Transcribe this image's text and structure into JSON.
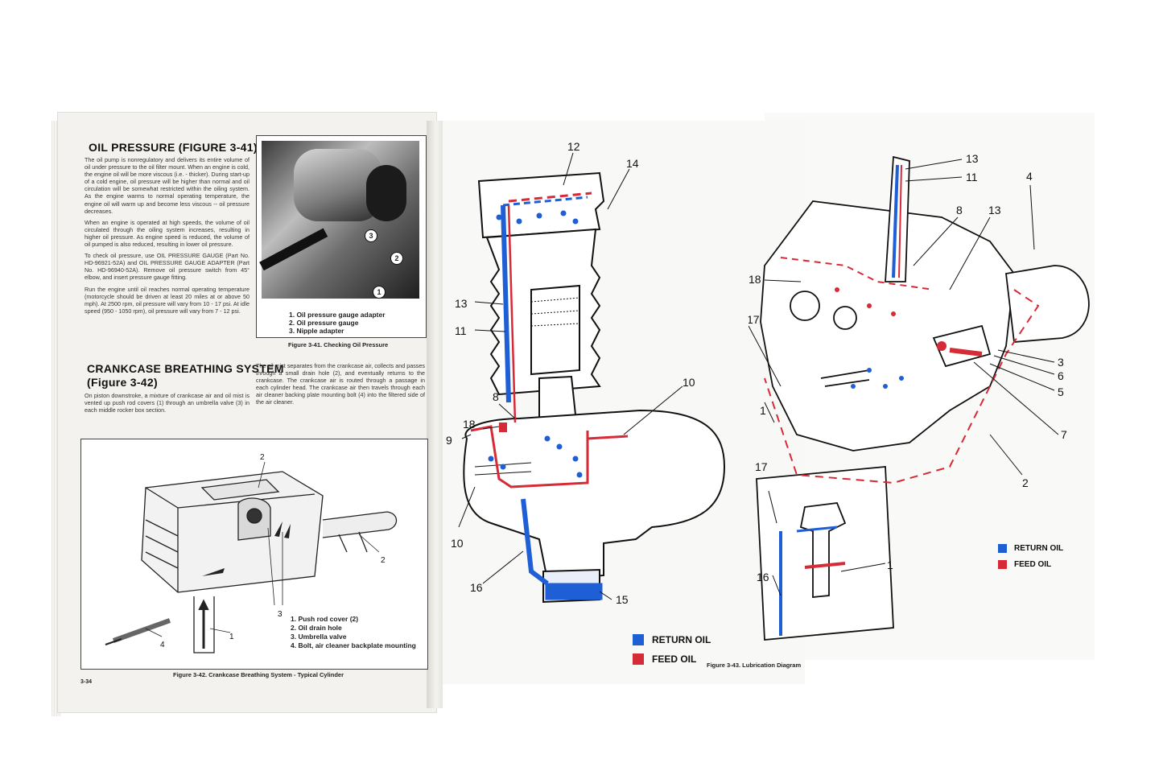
{
  "left_page": {
    "oil_pressure": {
      "title": "OIL PRESSURE (FIGURE 3-41)",
      "p1": "The oil pump is nonregulatory and delivers its entire volume of oil under pressure to the oil filter mount. When an engine is cold, the engine oil will be more viscous (i.e. - thicker). During start-up of a cold engine, oil pressure will be higher than normal and oil circulation will be somewhat restricted within the oiling system. As the engine warms to normal operating temperature, the engine oil will warm up and become less viscous -- oil pressure decreases.",
      "p2": "When an engine is operated at high speeds, the volume of oil circulated through the oiling system increases, resulting in higher oil pressure. As engine speed is reduced, the volume of oil pumped is also reduced, resulting in lower oil pressure.",
      "p3": "To check oil pressure, use OIL PRESSURE GAUGE (Part No. HD-96921-52A) and OIL PRESSURE GAUGE ADAPTER (Part No. HD-96940-52A). Remove oil pressure switch from 45° elbow, and insert pressure gauge fitting.",
      "p4": "Run the engine until oil reaches normal operating temperature (motorcycle should be driven at least 20 miles at or above 50 mph). At 2500 rpm, oil pressure will vary from 10 - 17 psi. At idle speed (950 - 1050 rpm), oil pressure will vary from 7 - 12 psi."
    },
    "figure_3_41": {
      "callouts": [
        "3",
        "2",
        "1"
      ],
      "list": [
        "1. Oil pressure gauge adapter",
        "2. Oil pressure gauge",
        "3. Nipple adapter"
      ],
      "caption": "Figure 3-41.  Checking Oil Pressure"
    },
    "crankcase": {
      "title_line1": "CRANKCASE BREATHING SYSTEM",
      "title_line2": "(Figure 3-42)",
      "p1": "On piston downstroke, a mixture of crankcase air and oil mist is vented up push rod covers (1) through an umbrella valve (3) in each middle rocker box section.",
      "p2": "The oil mist separates from the crankcase air, collects and passes through a small drain hole (2), and eventually returns to the crankcase. The crankcase air is routed through a passage in each cylinder head. The crankcase air then travels through each air cleaner backing plate mounting bolt (4) into the filtered side of the air cleaner."
    },
    "figure_3_42": {
      "labels": [
        "2",
        "2",
        "3",
        "1",
        "4"
      ],
      "list": [
        "1. Push rod cover (2)",
        "2. Oil drain hole",
        "3. Umbrella valve",
        "4. Bolt, air cleaner backplate mounting"
      ],
      "caption": "Figure 3-42.  Crankcase Breathing System - Typical Cylinder"
    },
    "page_number": "3-34"
  },
  "right_page": {
    "figure_3_43": {
      "labels": [
        "12",
        "14",
        "13",
        "11",
        "8",
        "18",
        "9",
        "10",
        "10",
        "16",
        "15"
      ],
      "legend": {
        "return": "RETURN OIL",
        "feed": "FEED OIL"
      },
      "caption": "Figure 3-43. Lubrication Diagram"
    },
    "detail": {
      "labels": [
        "13",
        "11",
        "8",
        "13",
        "4",
        "18",
        "17",
        "3",
        "6",
        "5",
        "1",
        "7",
        "2",
        "17",
        "16",
        "1"
      ],
      "legend": {
        "return": "RETURN OIL",
        "feed": "FEED OIL"
      }
    }
  },
  "colors": {
    "return_oil": "#1f5fd6",
    "feed_oil": "#d62a36"
  }
}
